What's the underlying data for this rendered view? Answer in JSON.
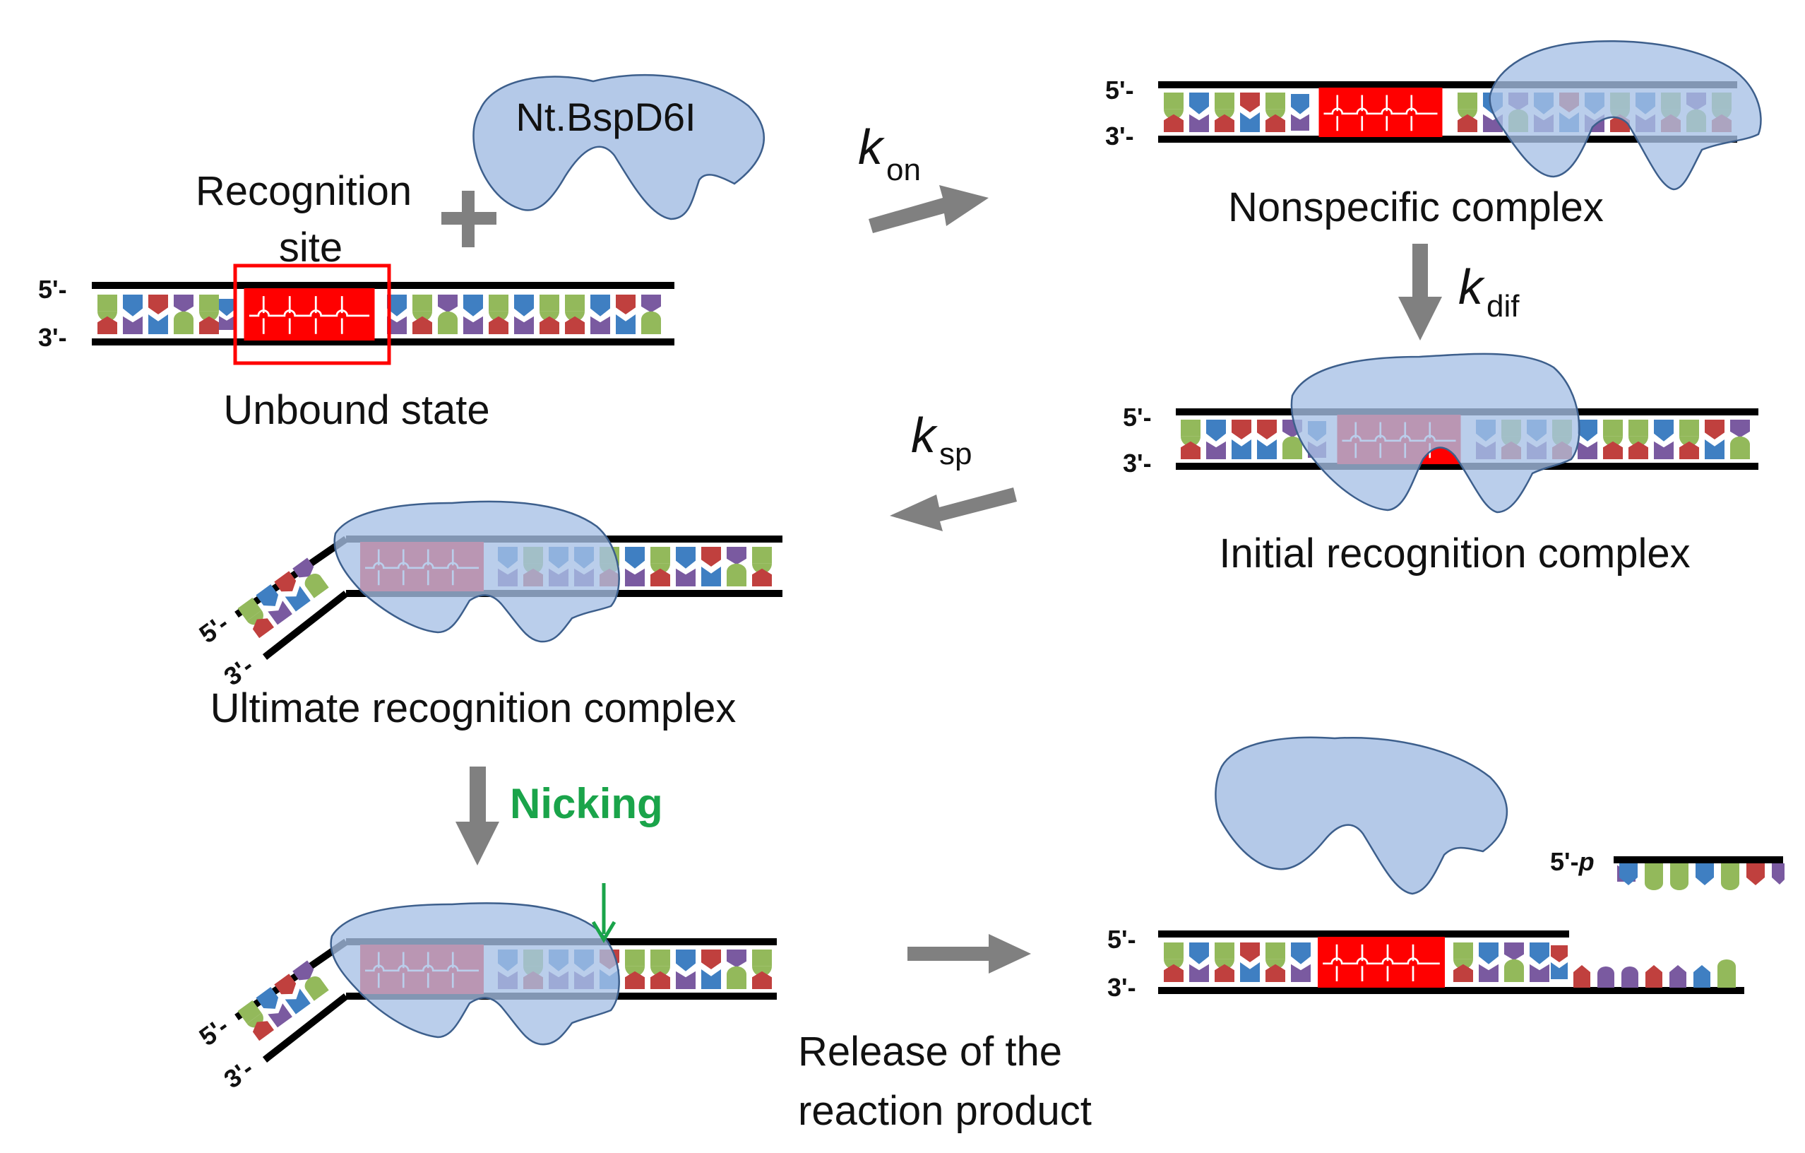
{
  "protein_name": "Nt.BspD6I",
  "labels": {
    "recognition_site": [
      "Recognition",
      "site"
    ],
    "unbound_state": "Unbound state",
    "nonspecific_complex": "Nonspecific complex",
    "initial_recognition_complex": "Initial recognition complex",
    "ultimate_recognition_complex": "Ultimate recognition complex",
    "release": [
      "Release of the",
      "reaction product"
    ]
  },
  "rates": {
    "k_on": {
      "symbol": "k",
      "sub": "on"
    },
    "k_dif": {
      "symbol": "k",
      "sub": "dif"
    },
    "k_sp": {
      "symbol": "k",
      "sub": "sp"
    }
  },
  "nicking": {
    "label": "Nicking",
    "color": "#1aa44a"
  },
  "strand_ends": {
    "five": "5'-",
    "three": "3'-",
    "five_p_prefix": "5'-",
    "five_p_suffix": "p"
  },
  "colors": {
    "recognition_site": "#ff0000",
    "base_green": "#93b95b",
    "base_blue": "#3f7fc2",
    "base_red": "#c0403e",
    "base_purple": "#7a5aa0",
    "protein_fill": "#b4c9e8",
    "arrow_gray": "#808080"
  },
  "icons": [
    "plus-icon",
    "reaction-arrow-icon",
    "nick-site-arrow-icon"
  ]
}
